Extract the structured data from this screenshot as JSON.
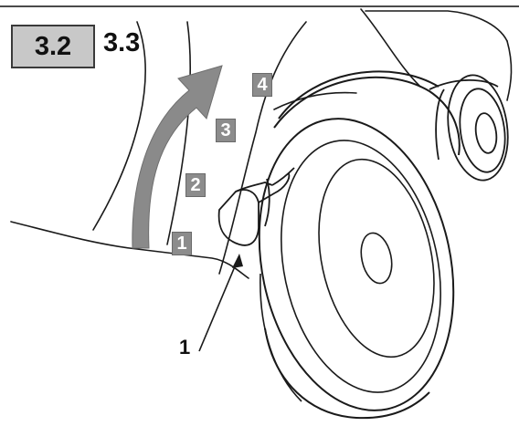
{
  "header": {
    "current_section": "3.2",
    "next_section": "3.3"
  },
  "steps": [
    {
      "label": "1"
    },
    {
      "label": "2"
    },
    {
      "label": "3"
    },
    {
      "label": "4"
    }
  ],
  "callout": {
    "label": "1"
  },
  "colors": {
    "badge_fill": "#8c8c8c",
    "arrow_fill": "#8a8a8a",
    "section_box_fill": "#c8c8c8",
    "line": "#1a1a1a"
  }
}
